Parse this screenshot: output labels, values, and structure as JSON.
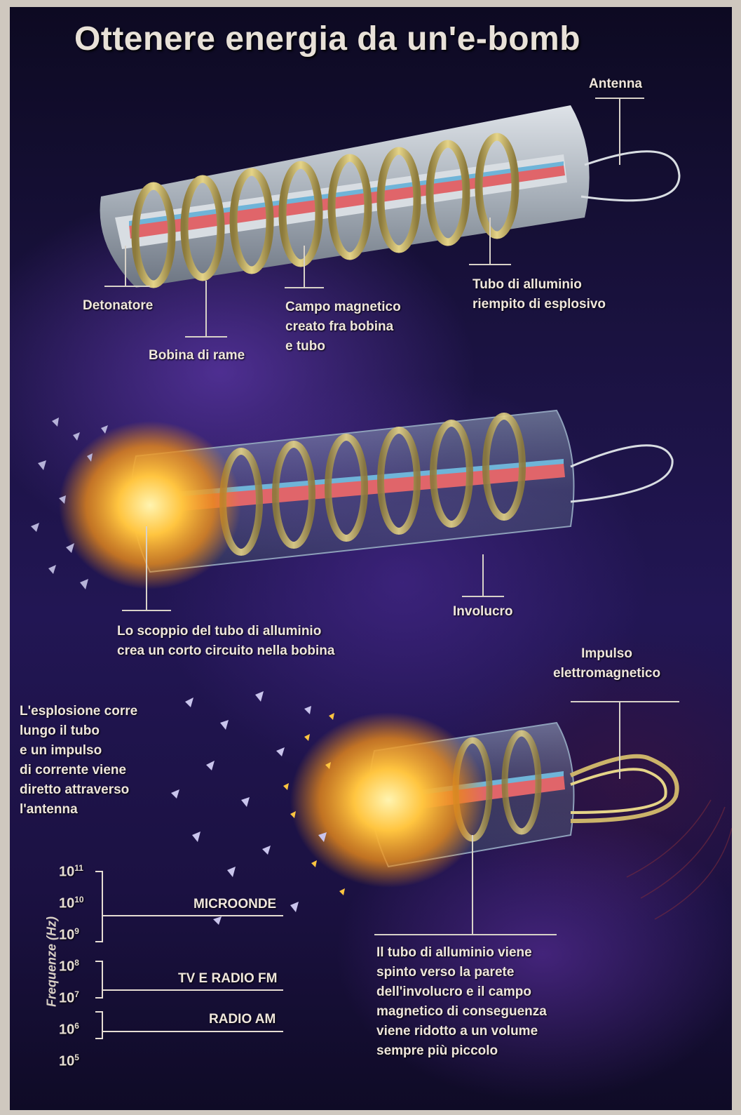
{
  "title": "Ottenere energia da un'e-bomb",
  "labels": {
    "antenna": "Antenna",
    "detonatore": "Detonatore",
    "bobina": "Bobina di rame",
    "campo": "Campo magnetico\ncreato fra bobina\ne tubo",
    "tubo": "Tubo di alluminio\nriempito di esplosivo",
    "involucro": "Involucro",
    "scoppio": "Lo scoppio del tubo di alluminio\ncrea un corto circuito nella bobina",
    "impulso": "Impulso\nelettromagnetico",
    "esplosione": "L'esplosione corre\nlungo il tubo\ne un impulso\ndi corrente viene\ndiretto attraverso\nl'antenna",
    "spinto": "Il tubo di alluminio viene\nspinto verso la parete\ndell'involucro e il campo\nmagnetico di conseguenza\nviene ridotto a un volume\nsempre più piccolo"
  },
  "frequency_scale": {
    "axis_label": "Frequenze (Hz)",
    "ticks": [
      {
        "base": "10",
        "exp": "11"
      },
      {
        "base": "10",
        "exp": "10"
      },
      {
        "base": "10",
        "exp": "9"
      },
      {
        "base": "10",
        "exp": "8"
      },
      {
        "base": "10",
        "exp": "7"
      },
      {
        "base": "10",
        "exp": "6"
      },
      {
        "base": "10",
        "exp": "5"
      }
    ],
    "bands": {
      "microonde": "MICROONDE",
      "tv_fm": "TV E RADIO FM",
      "am": "RADIO AM"
    }
  },
  "colors": {
    "coil": "#c9b46a",
    "core": "#e0656a",
    "explosion": "#ffb233",
    "background": "#1b1142"
  }
}
